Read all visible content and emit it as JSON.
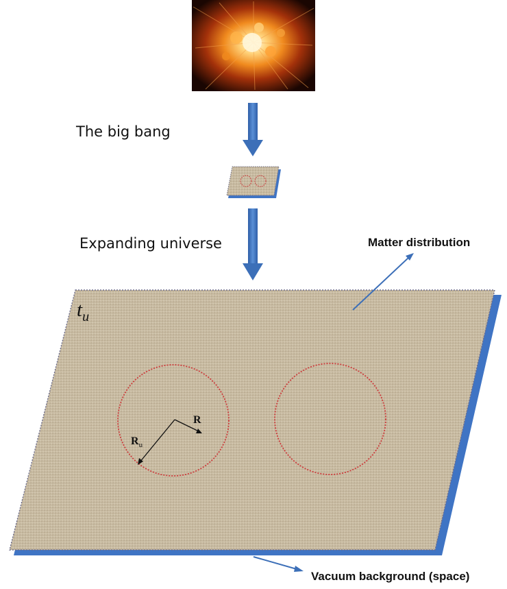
{
  "labels": {
    "big_bang": "The big bang",
    "expanding": "Expanding universe",
    "matter": "Matter distribution",
    "vacuum": "Vacuum background (space)",
    "time_symbol": "t",
    "time_subscript": "u",
    "radius_R": "R",
    "radius_Ru": "R",
    "radius_Ru_sub": "u"
  },
  "colors": {
    "plane_fill": "#c9bca4",
    "plane_base": "#3f74c4",
    "arrow": "#3c6fb8",
    "circle": "#cc3b3b",
    "explosion_core": "#fff4c8",
    "explosion_outer": "#e8610e"
  }
}
